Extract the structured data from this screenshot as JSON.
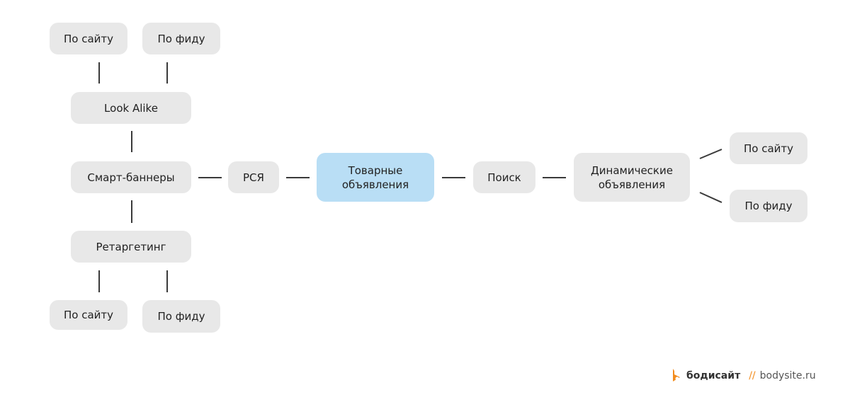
{
  "diagram": {
    "nodes": {
      "top_site": "По сайту",
      "top_feed": "По фиду",
      "look_alike": "Look Alike",
      "smart_banners": "Смарт-баннеры",
      "retargeting": "Ретаргетинг",
      "bottom_site": "По сайту",
      "bottom_feed": "По фиду",
      "rsya": "РСЯ",
      "product_ads": "Товарные\nобъявления",
      "search": "Поиск",
      "dynamic_ads": "Динамические\nобъявления",
      "right_site": "По сайту",
      "right_feed": "По фиду"
    },
    "colors": {
      "node_bg": "#e8e8e8",
      "center_bg": "#b9def5",
      "connector": "#3a3a3a",
      "brand_accent": "#f28c1e"
    }
  },
  "brand": {
    "name": "бодисайт",
    "separator": "//",
    "site": "bodysite.ru",
    "logo_icon": "bodysite-logo-icon"
  }
}
